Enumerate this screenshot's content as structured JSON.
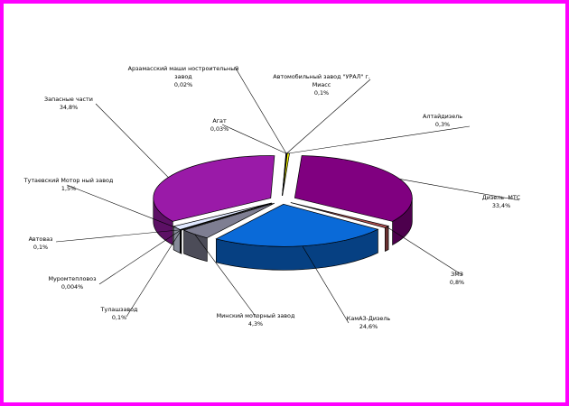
{
  "chart_data": {
    "type": "pie",
    "style": "3d-exploded",
    "legend": "none",
    "slices": [
      {
        "name": "Автомобильный завод \"УРАЛ\" г. Миасс",
        "lines": [
          "Автомобильный завод \"УРАЛ\" г.",
          "Миасс"
        ],
        "pct": "0,1%",
        "value": 0.1,
        "color": "#ff00ff"
      },
      {
        "name": "Алтайдизель",
        "lines": [
          "Алтайдизель"
        ],
        "pct": "0,3%",
        "value": 0.3,
        "color": "#ffff00"
      },
      {
        "name": "Дизель- МТС",
        "lines": [
          "Дизель- МТС"
        ],
        "pct": "33,4%",
        "value": 33.4,
        "color": "#800080"
      },
      {
        "name": "ЗМЗ",
        "lines": [
          "ЗМЗ"
        ],
        "pct": "0,8%",
        "value": 0.8,
        "color": "#b05050"
      },
      {
        "name": "КамАЗ-Дизель",
        "lines": [
          "КамАЗ-Дизель"
        ],
        "pct": "24,6%",
        "value": 24.6,
        "color": "#0a6ad8"
      },
      {
        "name": "Минский моторный завод",
        "lines": [
          "Минский моторный завод"
        ],
        "pct": "4,3%",
        "value": 4.3,
        "color": "#7e7e92"
      },
      {
        "name": "Тулашзавод",
        "lines": [
          "Тулашзавод"
        ],
        "pct": "0,1%",
        "value": 0.1,
        "color": "#ffffff"
      },
      {
        "name": "Муромтепловоз",
        "lines": [
          "Муромтепловоз"
        ],
        "pct": "0,004%",
        "value": 0.004,
        "color": "#ffffff"
      },
      {
        "name": "Автоваз",
        "lines": [
          "Автоваз"
        ],
        "pct": "0,1%",
        "value": 0.1,
        "color": "#ffffff"
      },
      {
        "name": "Тутаевский Моторный завод",
        "lines": [
          "Тутаевский Мотор ный завод"
        ],
        "pct": "1,5%",
        "value": 1.5,
        "color": "#e0e8ff"
      },
      {
        "name": "Запасные части",
        "lines": [
          "Запасные части"
        ],
        "pct": "34,8%",
        "value": 34.8,
        "color": "#9a1aa8"
      },
      {
        "name": "Агат",
        "lines": [
          "Агат"
        ],
        "pct": "0,03%",
        "value": 0.03,
        "color": "#ffffff"
      },
      {
        "name": "Арзамасский машиностроительный завод",
        "lines": [
          "Арзамасский маши ностроительный",
          "завод"
        ],
        "pct": "0,02%",
        "value": 0.02,
        "color": "#ffffff"
      }
    ]
  }
}
